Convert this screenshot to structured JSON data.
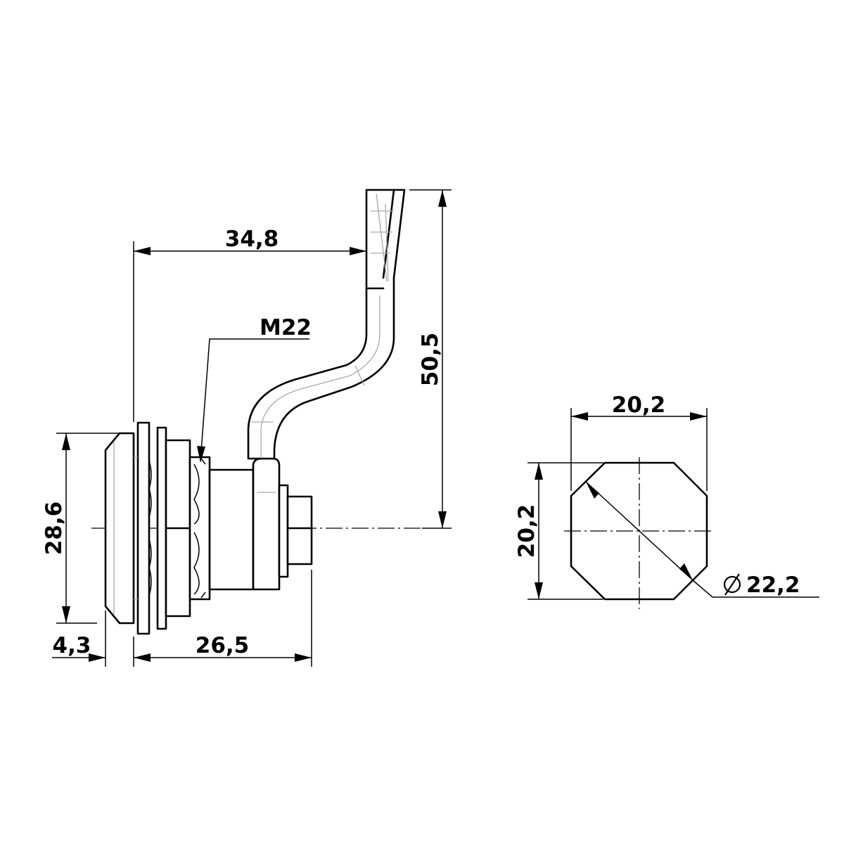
{
  "dimensions": {
    "handle_reach": "34,8",
    "thread_size": "M22",
    "handle_height": "50,5",
    "flange_diameter": "28,6",
    "flange_thickness": "4,3",
    "body_length": "26,5",
    "square_width": "20,2",
    "square_height": "20,2",
    "across_corners": "22,2"
  }
}
